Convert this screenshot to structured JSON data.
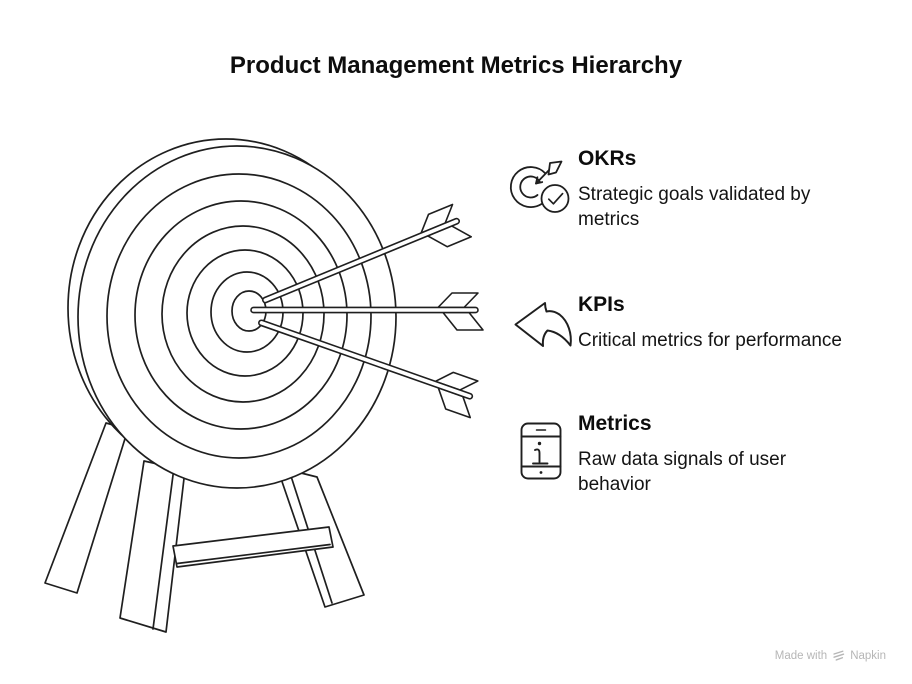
{
  "title": "Product Management Metrics Hierarchy",
  "illustration": {
    "icon": "archery-target-with-three-arrows"
  },
  "sections": [
    {
      "title": "OKRs",
      "description": "Strategic goals validated by metrics",
      "icon": "target-check-icon"
    },
    {
      "title": "KPIs",
      "description": "Critical metrics for performance",
      "icon": "reply-arrow-icon"
    },
    {
      "title": "Metrics",
      "description": "Raw data signals of user behavior",
      "icon": "smartphone-info-icon"
    }
  ],
  "watermark": {
    "text": "Made with",
    "brand": "Napkin",
    "icon": "napkin-logo-icon"
  },
  "colors": {
    "background": "#ffffff",
    "line": "#1f1f1f",
    "text": "#0d0d0d",
    "watermark": "#b6b6b6"
  }
}
